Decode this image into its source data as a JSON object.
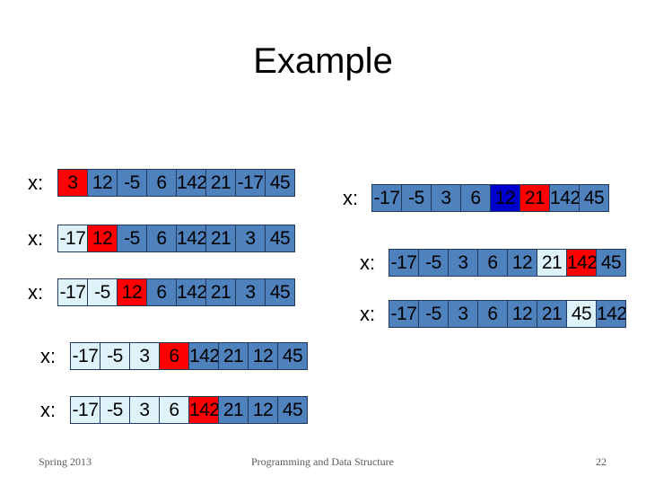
{
  "title": "Example",
  "footer": {
    "left": "Spring 2013",
    "center": "Programming and Data Structure",
    "page": "22"
  },
  "colors": {
    "cell": "#4f81bd",
    "highlight_red": "#ff0000",
    "highlight_light": "#ddf3f9",
    "highlight_dark_blue": "#0000cc",
    "border": "#223a5e"
  },
  "arrays": [
    {
      "label": "x:",
      "cells": [
        {
          "v": "3",
          "c": "red"
        },
        {
          "v": "12",
          "c": ""
        },
        {
          "v": "-5",
          "c": ""
        },
        {
          "v": "6",
          "c": ""
        },
        {
          "v": "142",
          "c": ""
        },
        {
          "v": "21",
          "c": ""
        },
        {
          "v": "-17",
          "c": ""
        },
        {
          "v": "45",
          "c": ""
        }
      ]
    },
    {
      "label": "x:",
      "cells": [
        {
          "v": "-17",
          "c": "lt"
        },
        {
          "v": "12",
          "c": "red"
        },
        {
          "v": "-5",
          "c": ""
        },
        {
          "v": "6",
          "c": ""
        },
        {
          "v": "142",
          "c": ""
        },
        {
          "v": "21",
          "c": ""
        },
        {
          "v": "3",
          "c": ""
        },
        {
          "v": "45",
          "c": ""
        }
      ]
    },
    {
      "label": "x:",
      "cells": [
        {
          "v": "-17",
          "c": "lt"
        },
        {
          "v": "-5",
          "c": "lt"
        },
        {
          "v": "12",
          "c": "red"
        },
        {
          "v": "6",
          "c": ""
        },
        {
          "v": "142",
          "c": ""
        },
        {
          "v": "21",
          "c": ""
        },
        {
          "v": "3",
          "c": ""
        },
        {
          "v": "45",
          "c": ""
        }
      ]
    },
    {
      "label": "x:",
      "cells": [
        {
          "v": "-17",
          "c": "lt"
        },
        {
          "v": "-5",
          "c": "lt"
        },
        {
          "v": "3",
          "c": "lt"
        },
        {
          "v": "6",
          "c": "red"
        },
        {
          "v": "142",
          "c": ""
        },
        {
          "v": "21",
          "c": ""
        },
        {
          "v": "12",
          "c": ""
        },
        {
          "v": "45",
          "c": ""
        }
      ]
    },
    {
      "label": "x:",
      "cells": [
        {
          "v": "-17",
          "c": "lt"
        },
        {
          "v": "-5",
          "c": "lt"
        },
        {
          "v": "3",
          "c": "lt"
        },
        {
          "v": "6",
          "c": "lt"
        },
        {
          "v": "142",
          "c": "red"
        },
        {
          "v": "21",
          "c": ""
        },
        {
          "v": "12",
          "c": ""
        },
        {
          "v": "45",
          "c": ""
        }
      ]
    },
    {
      "label": "x:",
      "cells": [
        {
          "v": "-17",
          "c": ""
        },
        {
          "v": "-5",
          "c": ""
        },
        {
          "v": "3",
          "c": ""
        },
        {
          "v": "6",
          "c": ""
        },
        {
          "v": "12",
          "c": "db"
        },
        {
          "v": "21",
          "c": "red"
        },
        {
          "v": "142",
          "c": ""
        },
        {
          "v": "45",
          "c": ""
        }
      ]
    },
    {
      "label": "x:",
      "cells": [
        {
          "v": "-17",
          "c": ""
        },
        {
          "v": "-5",
          "c": ""
        },
        {
          "v": "3",
          "c": ""
        },
        {
          "v": "6",
          "c": ""
        },
        {
          "v": "12",
          "c": ""
        },
        {
          "v": "21",
          "c": "lt"
        },
        {
          "v": "142",
          "c": "red"
        },
        {
          "v": "45",
          "c": ""
        }
      ]
    },
    {
      "label": "x:",
      "cells": [
        {
          "v": "-17",
          "c": ""
        },
        {
          "v": "-5",
          "c": ""
        },
        {
          "v": "3",
          "c": ""
        },
        {
          "v": "6",
          "c": ""
        },
        {
          "v": "12",
          "c": ""
        },
        {
          "v": "21",
          "c": ""
        },
        {
          "v": "45",
          "c": "lt"
        },
        {
          "v": "142",
          "c": ""
        }
      ]
    }
  ]
}
